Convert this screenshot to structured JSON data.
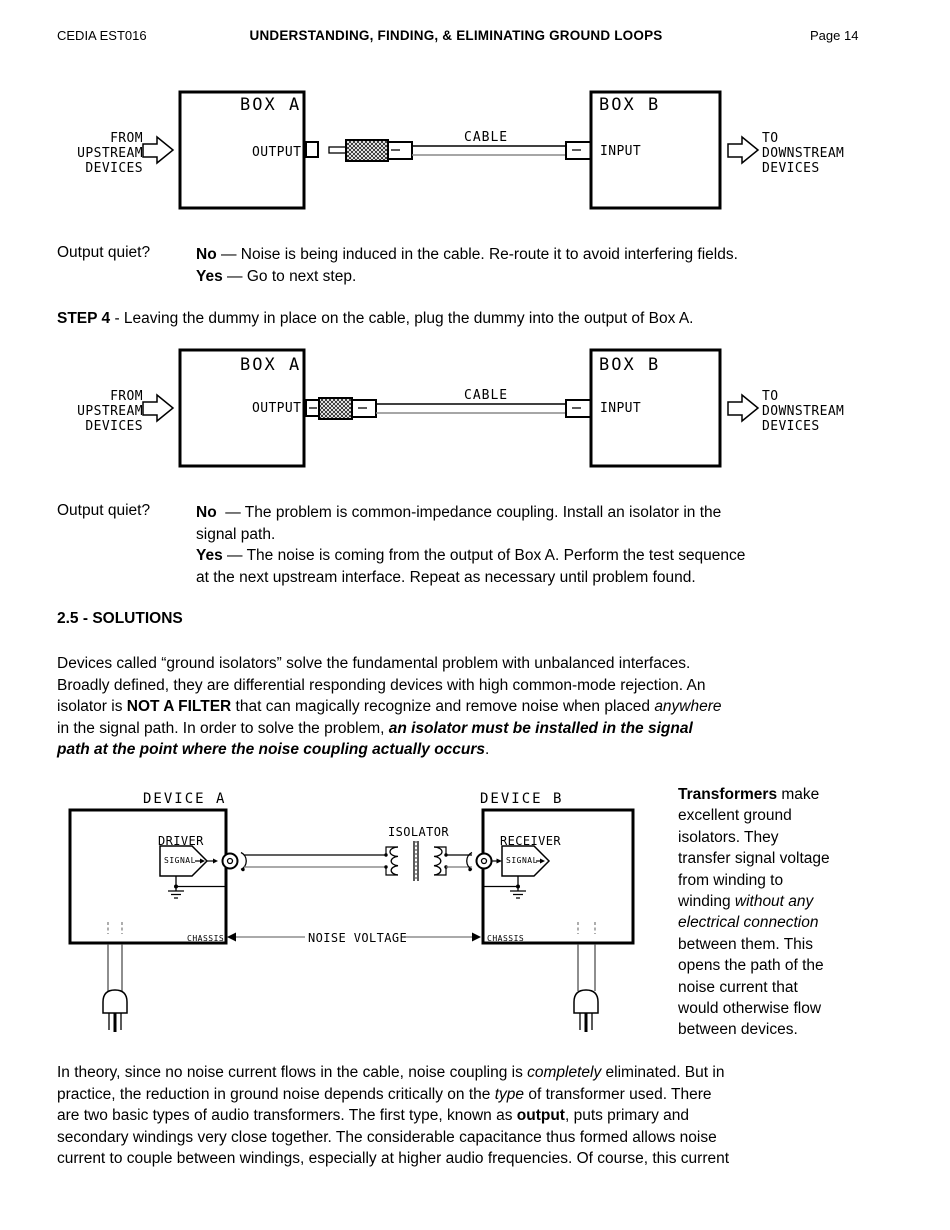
{
  "header": {
    "doc_id": "CEDIA EST016",
    "title": "UNDERSTANDING, FINDING, & ELIMINATING GROUND LOOPS",
    "page_number": "Page 14"
  },
  "colors": {
    "ink": "#000000",
    "cable_gray": "#888888",
    "noise_line_gray": "#777777"
  },
  "diagram_step3": {
    "box_a": "BOX A",
    "output_label": "OUTPUT",
    "box_b": "BOX B",
    "input_label": "INPUT",
    "cable_label": "CABLE",
    "from_lines": [
      "FROM",
      "UPSTREAM",
      "DEVICES"
    ],
    "to_lines": [
      "TO",
      "DOWNSTREAM",
      "DEVICES"
    ]
  },
  "qa1": {
    "question": "Output quiet?",
    "lines": [
      [
        {
          "t": "No",
          "b": true
        },
        {
          "t": " — Noise is being induced in the cable. Re-route it to avoid interfering fields."
        }
      ],
      [
        {
          "t": "Yes",
          "b": true
        },
        {
          "t": " — Go to next step."
        }
      ]
    ]
  },
  "step4": {
    "lines": [
      [
        {
          "t": "STEP 4",
          "b": true
        },
        {
          "t": " - Leaving the dummy in place on the cable, plug the dummy into the output of Box A."
        }
      ]
    ]
  },
  "diagram_step4": {
    "box_a": "BOX A",
    "output_label": "OUTPUT",
    "box_b": "BOX B",
    "input_label": "INPUT",
    "cable_label": "CABLE",
    "from_lines": [
      "FROM",
      "UPSTREAM",
      "DEVICES"
    ],
    "to_lines": [
      "TO",
      "DOWNSTREAM",
      "DEVICES"
    ]
  },
  "qa2": {
    "question": "Output quiet?",
    "lines": [
      [
        {
          "t": "No",
          "b": true
        },
        {
          "t": "  — The problem is common-impedance coupling. Install an isolator in the"
        }
      ],
      [
        "signal path."
      ],
      [
        {
          "t": "Yes",
          "b": true
        },
        {
          "t": " — The noise is coming from the output of Box A. Perform the test sequence"
        }
      ],
      [
        "at the next upstream interface. Repeat as necessary until problem found."
      ]
    ]
  },
  "solutions_heading": "2.5 - SOLUTIONS",
  "solutions_para": {
    "lines": [
      [
        "Devices called “ground isolators” solve the fundamental problem with unbalanced interfaces."
      ],
      [
        "Broadly defined, they are differential responding devices with high common-mode rejection. An"
      ],
      [
        {
          "t": "isolator is "
        },
        {
          "t": "NOT A FILTER",
          "b": true
        },
        {
          "t": " that can magically recognize and remove noise when placed "
        },
        {
          "t": "anywhere",
          "i": true
        }
      ],
      [
        {
          "t": "in the signal path. In order to solve the problem, "
        },
        {
          "t": "an isolator must be installed in the signal",
          "b": true,
          "i": true
        }
      ],
      [
        {
          "t": "path at the point where the noise coupling actually occurs",
          "b": true,
          "i": true
        },
        {
          "t": "."
        }
      ]
    ]
  },
  "isolator_diagram": {
    "device_a": "DEVICE A",
    "device_b": "DEVICE B",
    "driver": "DRIVER",
    "receiver": "RECEIVER",
    "signal_a": "SIGNAL",
    "signal_b": "SIGNAL",
    "isolator": "ISOLATOR",
    "chassis_a": "CHASSIS",
    "chassis_b": "CHASSIS",
    "noise_voltage": "NOISE VOLTAGE"
  },
  "transformers_note": {
    "lines": [
      [
        {
          "t": "Transformers",
          "b": true
        },
        {
          "t": " make"
        }
      ],
      [
        "excellent ground"
      ],
      [
        "isolators. They"
      ],
      [
        "transfer signal voltage"
      ],
      [
        "from winding to"
      ],
      [
        {
          "t": "winding "
        },
        {
          "t": "without any",
          "i": true
        }
      ],
      [
        {
          "t": "electrical connection",
          "i": true
        }
      ],
      [
        "between them. This"
      ],
      [
        "opens the path of the"
      ],
      [
        "noise current that"
      ],
      [
        "would otherwise flow"
      ],
      [
        "between devices."
      ]
    ]
  },
  "closing_para": {
    "lines": [
      [
        {
          "t": "In theory, since no noise current flows in the cable, noise coupling is "
        },
        {
          "t": "completely",
          "i": true
        },
        {
          "t": " eliminated. But in"
        }
      ],
      [
        {
          "t": "practice, the reduction in ground noise depends critically on the "
        },
        {
          "t": "type",
          "i": true
        },
        {
          "t": " of transformer used. There"
        }
      ],
      [
        {
          "t": "are two basic types of audio transformers. The first type, known as "
        },
        {
          "t": "output",
          "b": true
        },
        {
          "t": ", puts primary and"
        }
      ],
      [
        "secondary windings very close together. The considerable capacitance thus formed allows noise"
      ],
      [
        "current to couple between windings, especially at higher audio frequencies. Of course, this current"
      ]
    ]
  }
}
